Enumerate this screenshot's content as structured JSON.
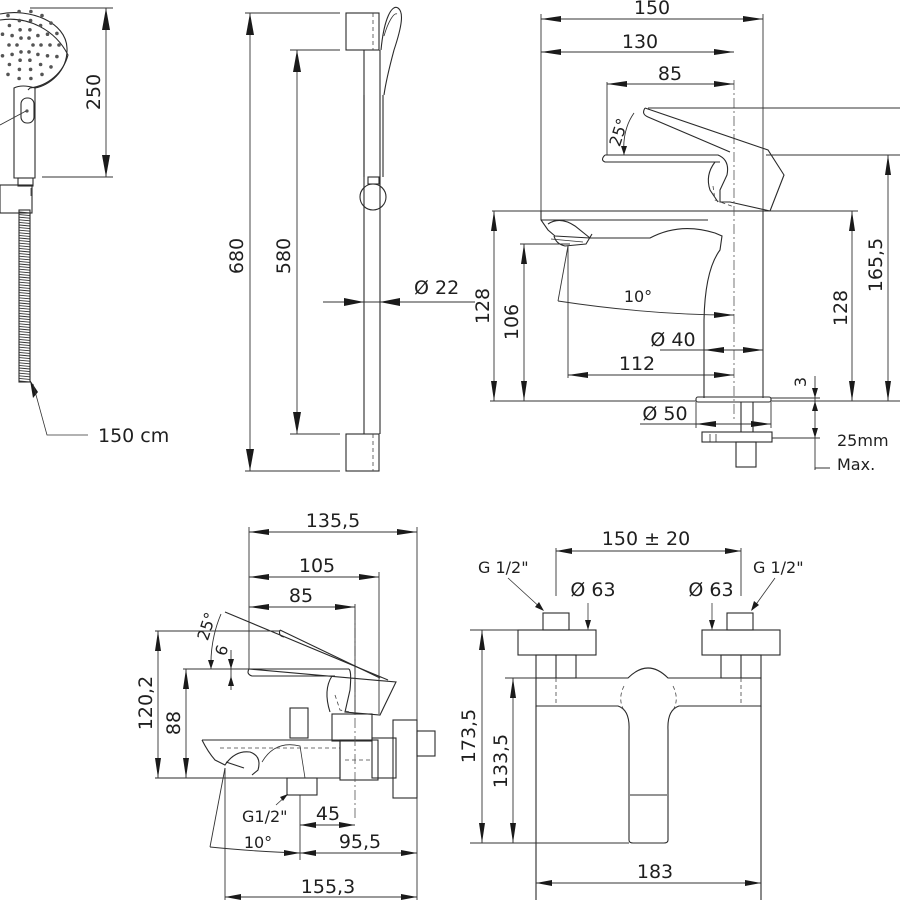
{
  "drawing": {
    "type": "technical dimension drawing",
    "views": {
      "hand_shower": {
        "head_length": "250",
        "hose_length": "150 cm"
      },
      "slide_rail": {
        "overall_length": "680",
        "rail_length": "580",
        "rail_diameter": "Ø 22"
      },
      "basin_mixer": {
        "width_overall": "150",
        "width_body": "130",
        "handle_reach": "85",
        "handle_angle": "25°",
        "spout_angle": "10°",
        "body_height": "128",
        "spout_outlet_height": "106",
        "height_right": "128",
        "total_height": "165,5",
        "body_diameter": "Ø 40",
        "spout_reach": "112",
        "base_diameter": "Ø 50",
        "base_gap": "3",
        "countertop_max_label": "25mm",
        "countertop_max_suffix": "Max."
      },
      "bath_mixer_side": {
        "depth_overall": "135,5",
        "depth_body": "105",
        "handle_reach": "85",
        "handle_angle": "25°",
        "handle_offset": "6",
        "height_total": "120,2",
        "height_body": "88",
        "outlet_thread": "G1/2\"",
        "outlet_offset": "45",
        "spout_angle": "10°",
        "spout_to_wall": "95,5",
        "spout_reach_total": "155,3"
      },
      "bath_mixer_front": {
        "inlet_spacing": "150 ± 20",
        "left_thread": "G 1/2\"",
        "right_thread": "G 1/2\"",
        "left_flange": "Ø 63",
        "right_flange": "Ø 63",
        "height_total": "173,5",
        "height_body": "133,5",
        "width": "183"
      }
    }
  }
}
